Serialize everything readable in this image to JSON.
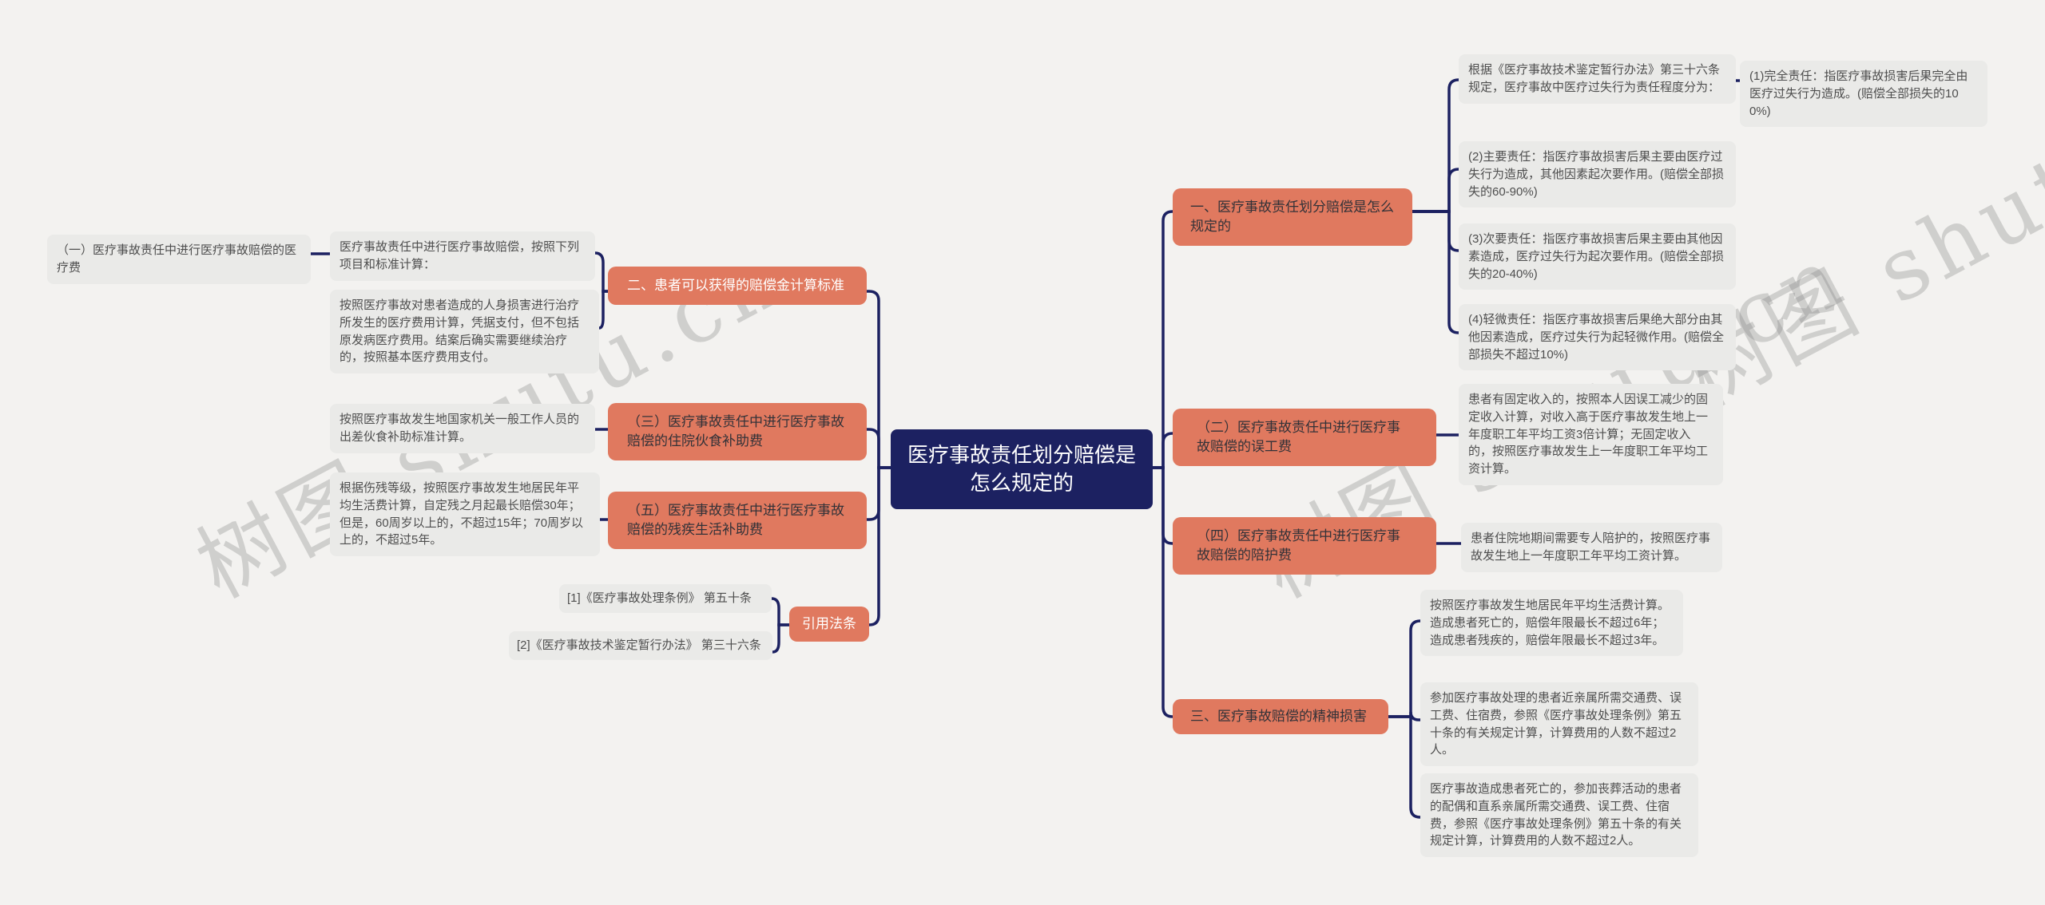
{
  "watermark": "树图 shutu.cn",
  "root": "医疗事故责任划分赔偿是怎么规定的",
  "left": {
    "calc_standard": "二、患者可以获得的赔偿金计算标准",
    "item_intro": "医疗事故责任中进行医疗事故赔偿，按照下列项目和标准计算：",
    "medical_fee": "（一）医疗事故责任中进行医疗事故赔偿的医疗费",
    "medical_fee_desc": "按照医疗事故对患者造成的人身损害进行治疗所发生的医疗费用计算，凭据支付，但不包括原发病医疗费用。结案后确实需要继续治疗的，按照基本医疗费用支付。",
    "meal_subsidy": "（三）医疗事故责任中进行医疗事故赔偿的住院伙食补助费",
    "meal_subsidy_desc": "按照医疗事故发生地国家机关一般工作人员的出差伙食补助标准计算。",
    "disability": "（五）医疗事故责任中进行医疗事故赔偿的残疾生活补助费",
    "disability_desc": "根据伤残等级，按照医疗事故发生地居民年平均生活费计算，自定残之月起最长赔偿30年；但是，60周岁以上的，不超过15年；70周岁以上的，不超过5年。",
    "cited_laws": "引用法条",
    "law_1": "[1]《医疗事故处理条例》 第五十条",
    "law_2": "[2]《医疗事故技术鉴定暂行办法》 第三十六条"
  },
  "right": {
    "duty_division": "一、医疗事故责任划分赔偿是怎么规定的",
    "duty_intro": "根据《医疗事故技术鉴定暂行办法》第三十六条规定，医疗事故中医疗过失行为责任程度分为：",
    "duty_full": "(1)完全责任：指医疗事故损害后果完全由医疗过失行为造成。(赔偿全部损失的100%)",
    "duty_major": "(2)主要责任：指医疗事故损害后果主要由医疗过失行为造成，其他因素起次要作用。(赔偿全部损失的60-90%)",
    "duty_secondary": "(3)次要责任：指医疗事故损害后果主要由其他因素造成，医疗过失行为起次要作用。(赔偿全部损失的20-40%)",
    "duty_minor": "(4)轻微责任：指医疗事故损害后果绝大部分由其他因素造成，医疗过失行为起轻微作用。(赔偿全部损失不超过10%)",
    "lost_work": "（二）医疗事故责任中进行医疗事故赔偿的误工费",
    "lost_work_desc": "患者有固定收入的，按照本人因误工减少的固定收入计算，对收入高于医疗事故发生地上一年度职工年平均工资3倍计算；无固定收入的，按照医疗事故发生上一年度职工年平均工资计算。",
    "nursing": "（四）医疗事故责任中进行医疗事故赔偿的陪护费",
    "nursing_desc": "患者住院地期间需要专人陪护的，按照医疗事故发生地上一年度职工年平均工资计算。",
    "mental": "三、医疗事故赔偿的精神损害",
    "mental_desc_limit": "按照医疗事故发生地居民年平均生活费计算。造成患者死亡的，赔偿年限最长不超过6年；造成患者残疾的，赔偿年限最长不超过3年。",
    "mental_desc_family": "参加医疗事故处理的患者近亲属所需交通费、误工费、住宿费，参照《医疗事故处理条例》第五十条的有关规定计算，计算费用的人数不超过2人。",
    "mental_desc_funeral": "医疗事故造成患者死亡的，参加丧葬活动的患者的配偶和直系亲属所需交通费、误工费、住宿费，参照《医疗事故处理条例》第五十条的有关规定计算，计算费用的人数不超过2人。"
  },
  "colors": {
    "accent_salmon": "#e0795f",
    "root_navy": "#1c2161",
    "connector_navy": "#1c2161",
    "node_gray": "#eaeae8",
    "background": "#f3f2f0"
  }
}
